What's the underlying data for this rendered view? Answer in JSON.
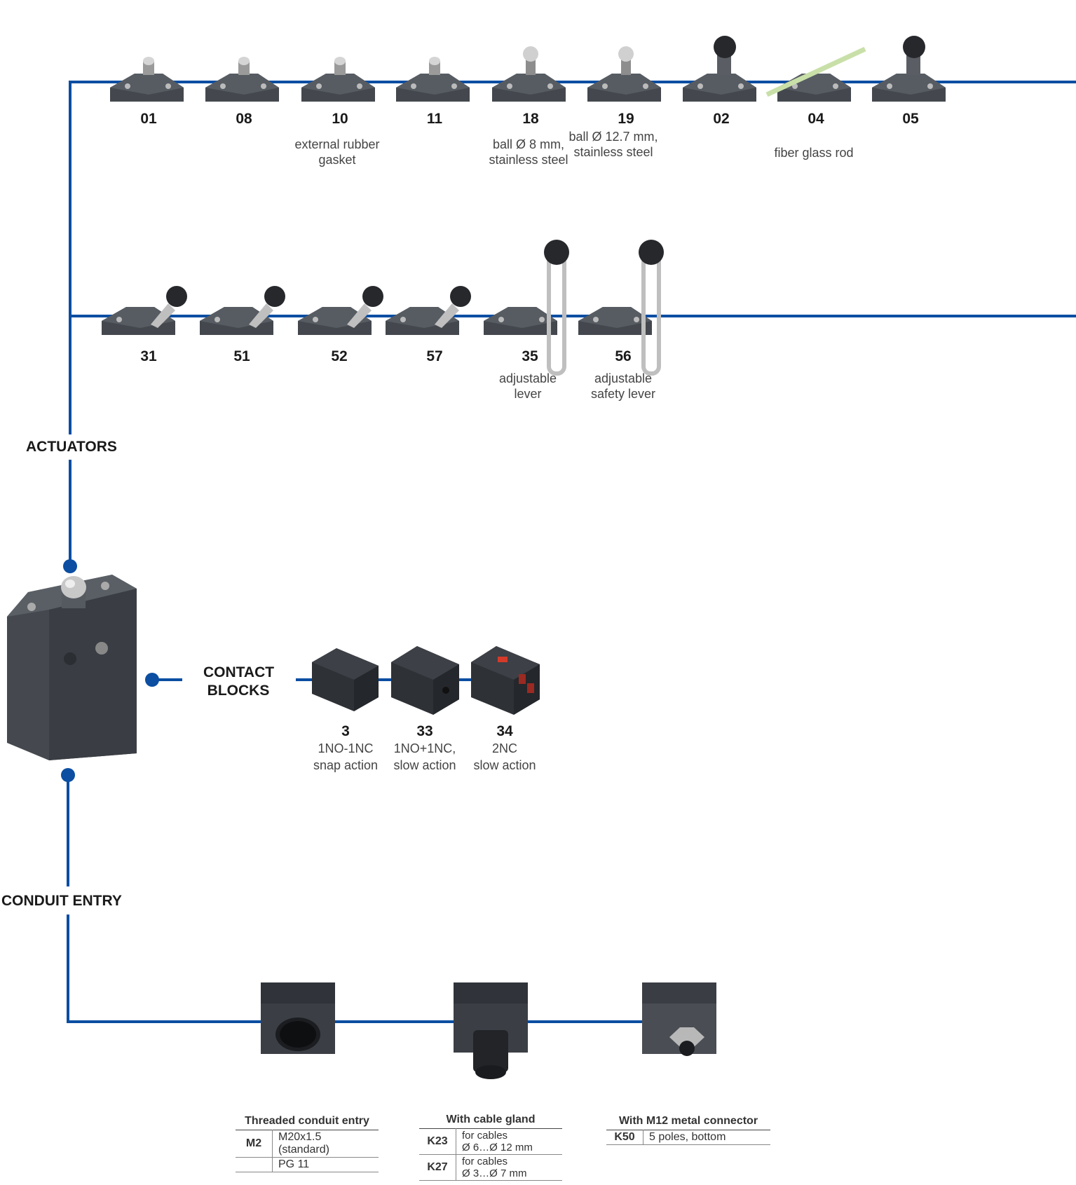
{
  "accent_color": "#0b4ea2",
  "sections": {
    "actuators": "ACTUATORS",
    "contact_blocks_line1": "CONTACT",
    "contact_blocks_line2": "BLOCKS",
    "conduit_entry": "CONDUIT ENTRY"
  },
  "actuators_row1": [
    {
      "code": "01",
      "desc": ""
    },
    {
      "code": "08",
      "desc": ""
    },
    {
      "code": "10",
      "desc": "external rubber gasket"
    },
    {
      "code": "11",
      "desc": ""
    },
    {
      "code": "18",
      "desc": "ball Ø 8 mm, stainless steel"
    },
    {
      "code": "19",
      "desc": "ball Ø 12.7 mm, stainless steel"
    },
    {
      "code": "02",
      "desc": ""
    },
    {
      "code": "04",
      "desc": "fiber glass rod"
    },
    {
      "code": "05",
      "desc": ""
    }
  ],
  "actuators_row2": [
    {
      "code": "31",
      "desc": ""
    },
    {
      "code": "51",
      "desc": ""
    },
    {
      "code": "52",
      "desc": ""
    },
    {
      "code": "57",
      "desc": ""
    },
    {
      "code": "35",
      "desc": "adjustable lever"
    },
    {
      "code": "56",
      "desc": "adjustable safety lever"
    }
  ],
  "contact_blocks": [
    {
      "code": "3",
      "line1": "1NO-1NC",
      "line2": "snap action"
    },
    {
      "code": "33",
      "line1": "1NO+1NC,",
      "line2": "slow action"
    },
    {
      "code": "34",
      "line1": "2NC",
      "line2": "slow action"
    }
  ],
  "conduit_tables": {
    "threaded": {
      "title": "Threaded conduit entry",
      "rows": [
        {
          "code": "M2",
          "text": "M20x1.5 (standard)"
        },
        {
          "code": "",
          "text": "PG 11"
        }
      ]
    },
    "gland": {
      "title": "With cable gland",
      "rows": [
        {
          "code": "K23",
          "line1": "for cables",
          "line2": "Ø 6…Ø 12 mm"
        },
        {
          "code": "K27",
          "line1": "for cables",
          "line2": "Ø 3…Ø 7 mm"
        }
      ]
    },
    "connector": {
      "title": "With M12 metal connector",
      "rows": [
        {
          "code": "K50",
          "text": "5 poles, bottom"
        }
      ]
    }
  }
}
